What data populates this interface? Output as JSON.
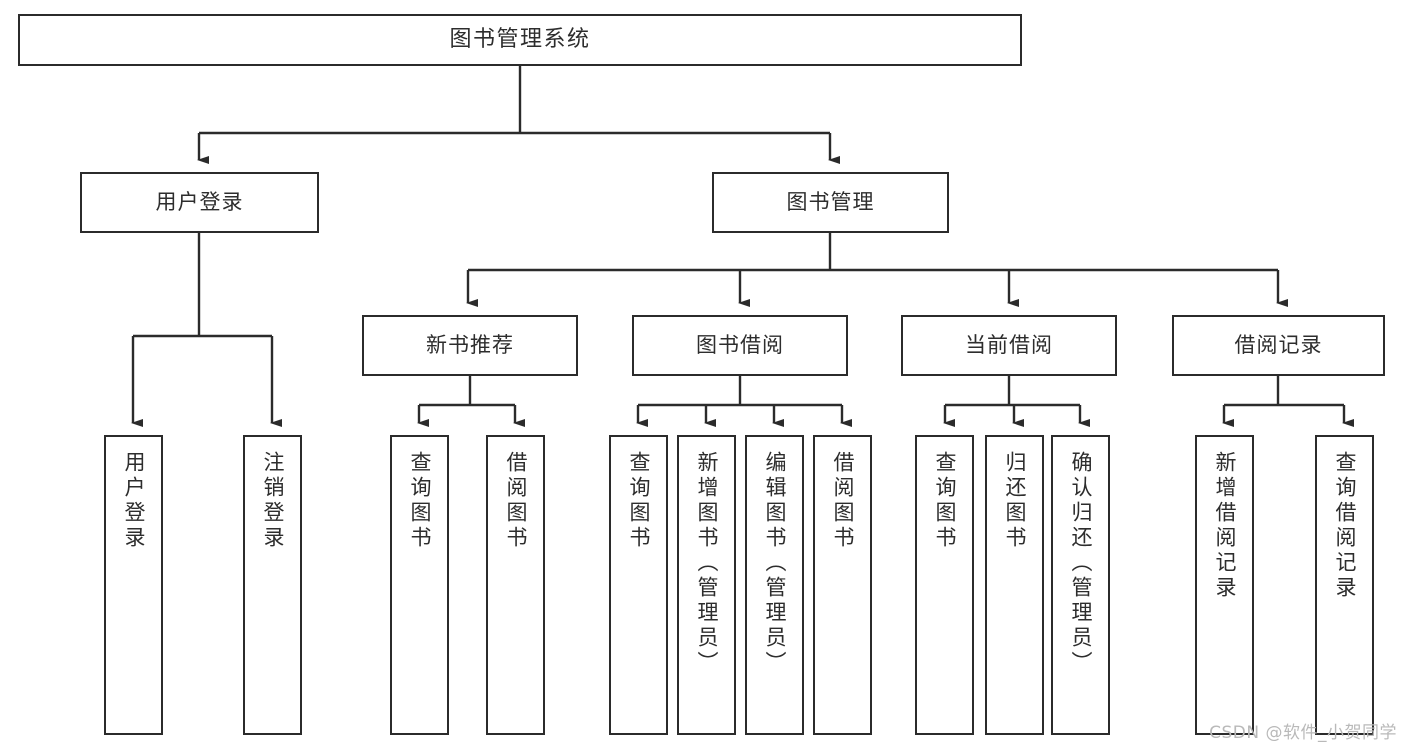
{
  "diagram": {
    "type": "tree",
    "title": "图书管理系统",
    "root": {
      "label": "图书管理系统"
    },
    "level1": [
      {
        "label": "用户登录"
      },
      {
        "label": "图书管理"
      }
    ],
    "level2": [
      {
        "label": "新书推荐"
      },
      {
        "label": "图书借阅"
      },
      {
        "label": "当前借阅"
      },
      {
        "label": "借阅记录"
      }
    ],
    "leaves": {
      "user_login": [
        {
          "label": "用户登录"
        },
        {
          "label": "注销登录"
        }
      ],
      "new_book_recommend": [
        {
          "label": "查询图书"
        },
        {
          "label": "借阅图书"
        }
      ],
      "book_borrow": [
        {
          "label": "查询图书"
        },
        {
          "label": "新增图书（管理员）"
        },
        {
          "label": "编辑图书（管理员）"
        },
        {
          "label": "借阅图书"
        }
      ],
      "current_borrow": [
        {
          "label": "查询图书"
        },
        {
          "label": "归还图书"
        },
        {
          "label": "确认归还（管理员）"
        }
      ],
      "borrow_records": [
        {
          "label": "新增借阅记录"
        },
        {
          "label": "查询借阅记录"
        }
      ]
    }
  },
  "watermark": {
    "text": "CSDN @软件_小贺同学"
  },
  "colors": {
    "border": "#2b2b2b",
    "text": "#2d2d2d",
    "background": "#ffffff",
    "watermark": "#b9b9b9"
  }
}
